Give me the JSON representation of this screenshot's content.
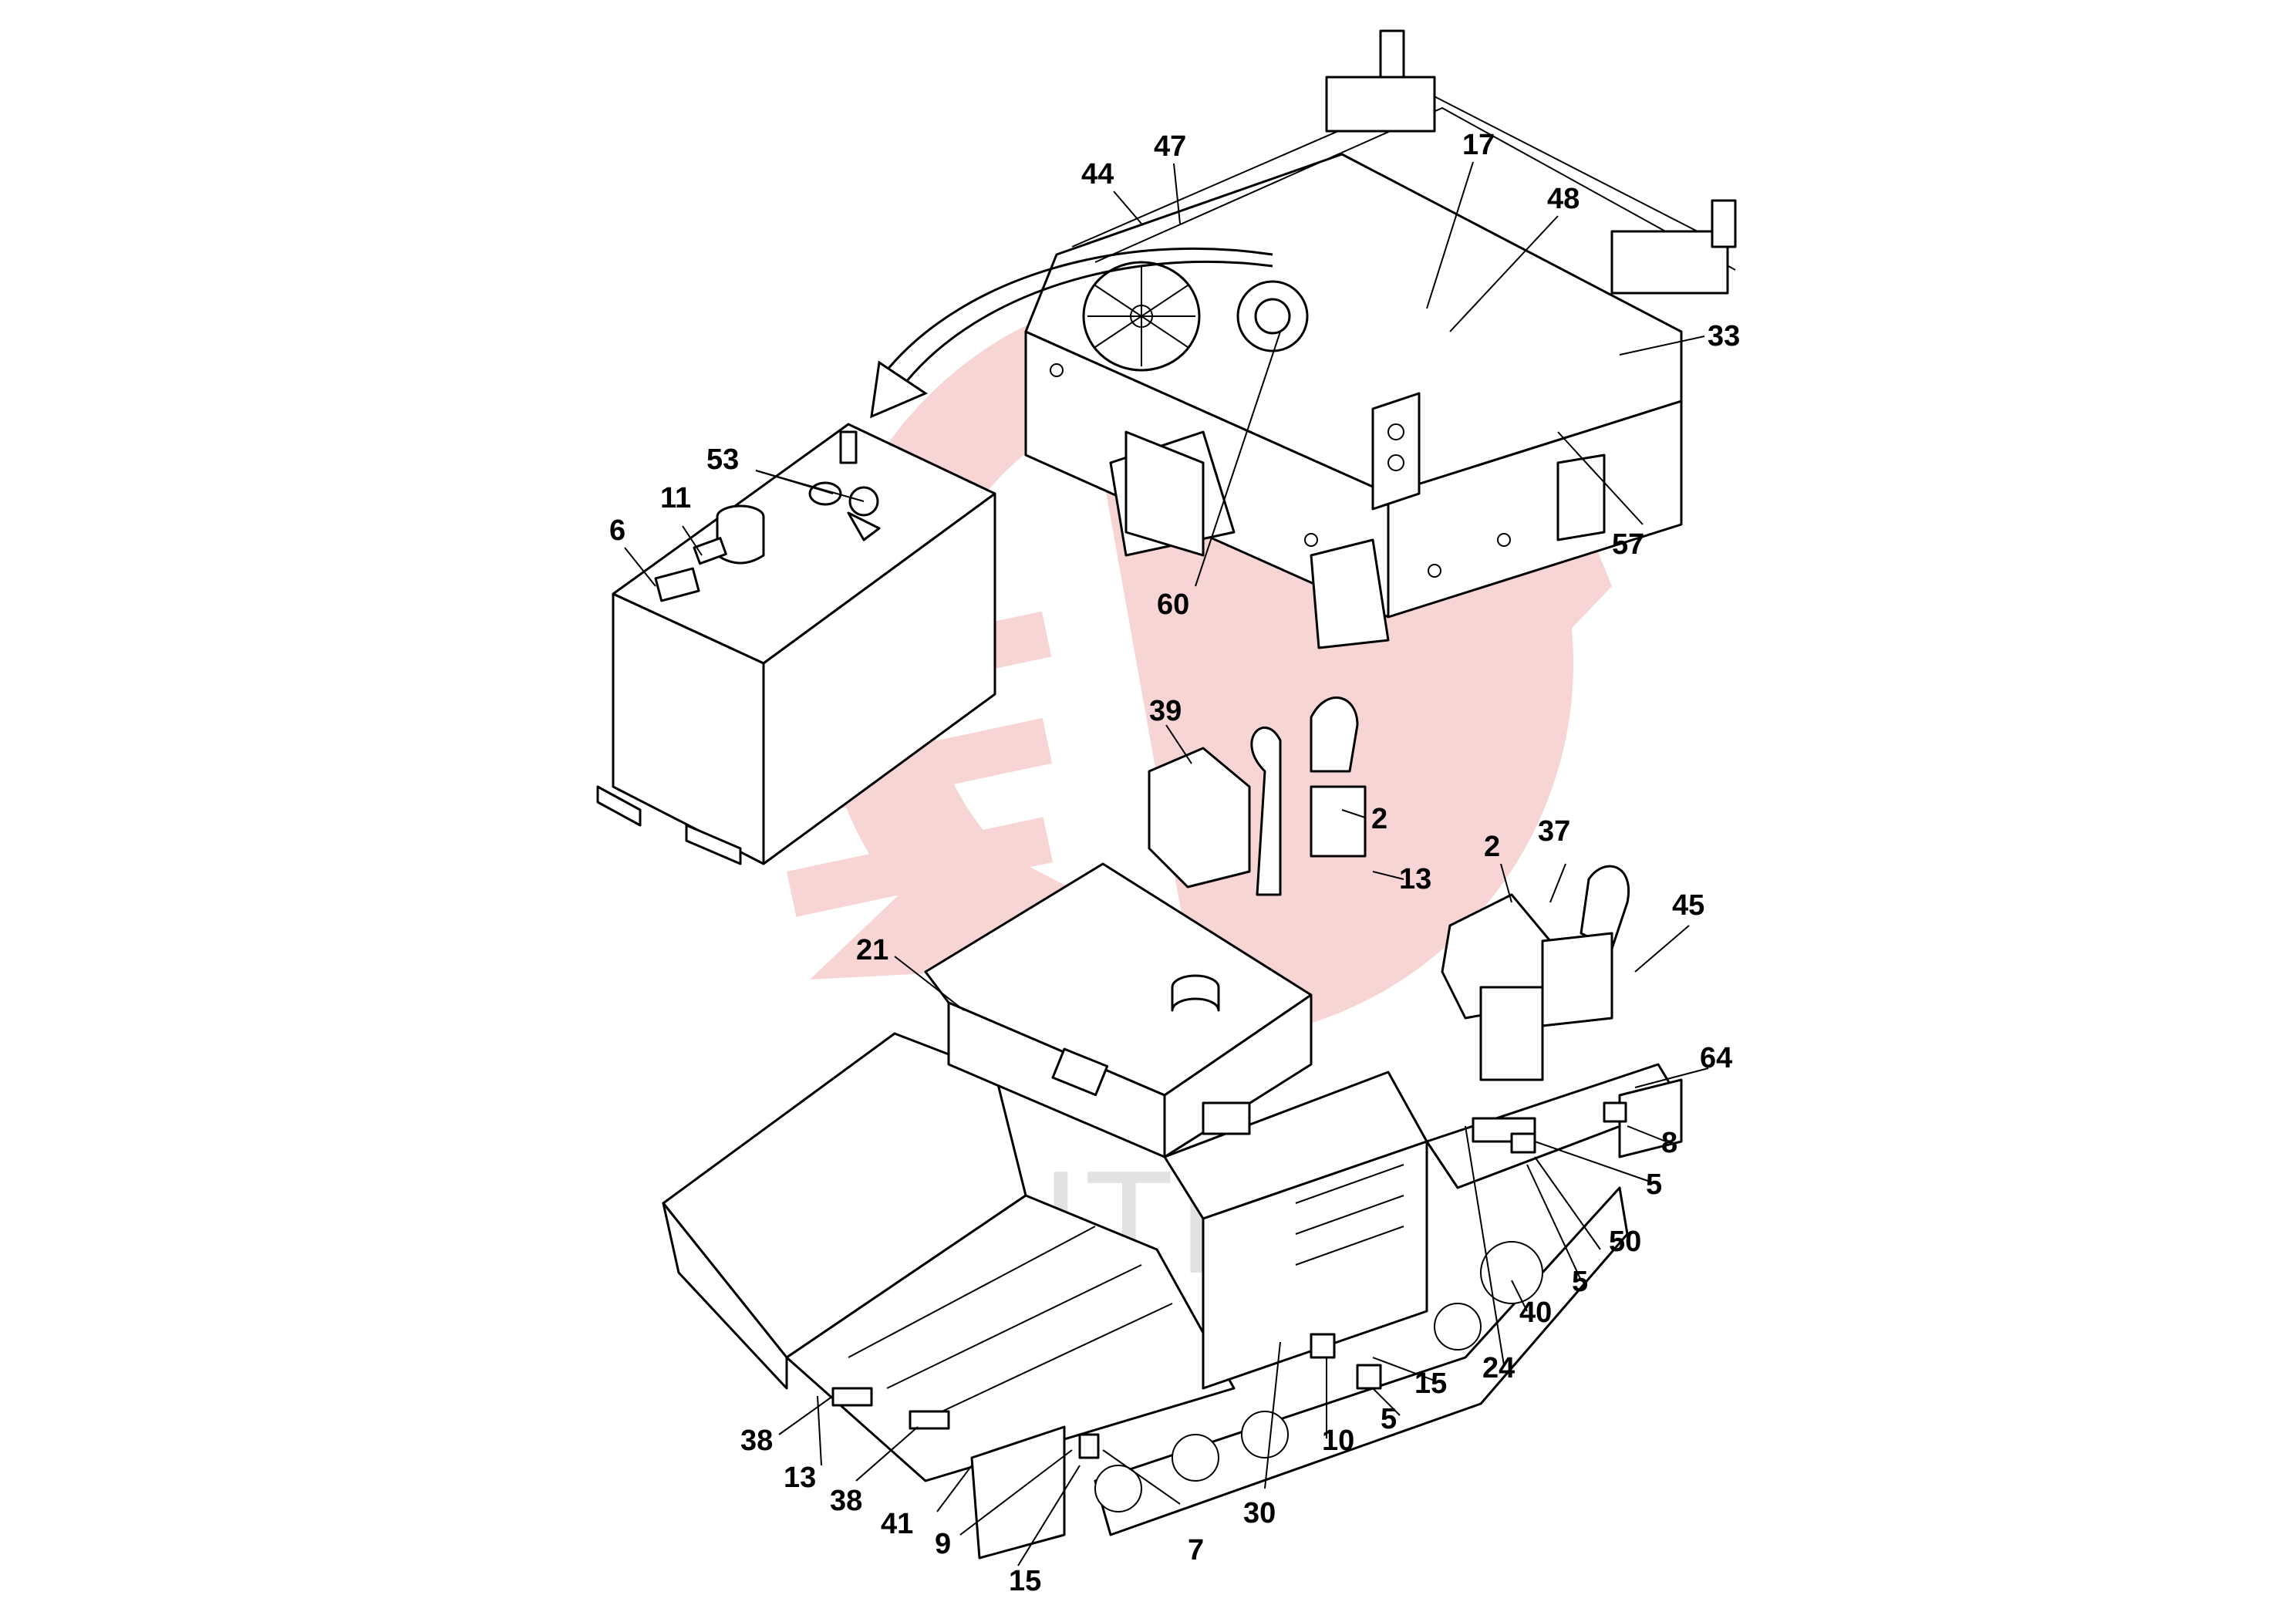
{
  "diagram": {
    "watermark_text": "ИНТЕХ",
    "colors": {
      "watermark_logo": "#f3b2b2",
      "watermark_text": "#e2e2e2",
      "lines": "#000000",
      "background": "#ffffff"
    },
    "callouts": [
      "44",
      "47",
      "17",
      "48",
      "33",
      "57",
      "60",
      "53",
      "11",
      "6",
      "39",
      "2",
      "13",
      "2",
      "37",
      "45",
      "21",
      "64",
      "8",
      "5",
      "50",
      "5",
      "40",
      "24",
      "15",
      "5",
      "10",
      "30",
      "38",
      "13",
      "38",
      "41",
      "9",
      "15",
      "7"
    ]
  }
}
